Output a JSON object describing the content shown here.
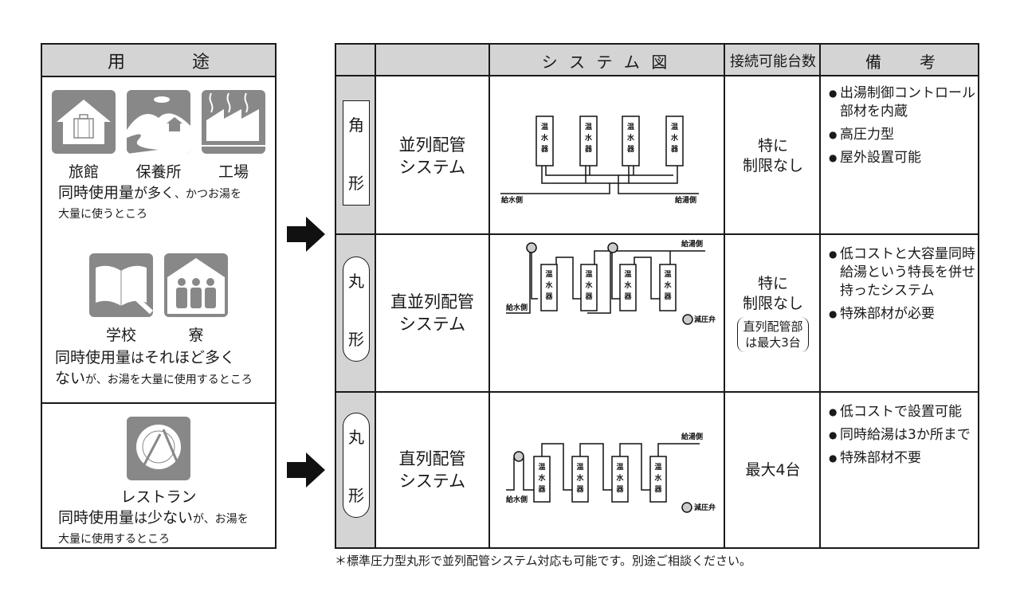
{
  "left_panel": {
    "header": [
      "用",
      "途"
    ],
    "group1": {
      "icons": [
        {
          "name": "ryokan-icon",
          "label": "旅館"
        },
        {
          "name": "hoyosho-icon",
          "label": "保養所"
        },
        {
          "name": "factory-icon",
          "label": "工場"
        }
      ],
      "desc_big1": "同時使用量",
      "desc_mid1": "が多く",
      "desc_small1": "、かつお湯を",
      "desc_line2": "大量に使うところ"
    },
    "group2": {
      "icons": [
        {
          "name": "school-icon",
          "label": "学校"
        },
        {
          "name": "dormitory-icon",
          "label": "寮"
        }
      ],
      "desc_big1": "同時使用量",
      "desc_mid1": "は",
      "desc_big2": "それほど多く",
      "desc_big3": "ない",
      "desc_small2": "が、お湯を大量に使用するところ"
    },
    "group3": {
      "icons": [
        {
          "name": "restaurant-icon",
          "label": "レストラン"
        }
      ],
      "desc_big1": "同時使用量",
      "desc_mid1": "は",
      "desc_big2": "少ない",
      "desc_small1": "が、お湯を",
      "desc_line2": "大量に使用するところ"
    }
  },
  "table": {
    "headers": {
      "shape": "",
      "system": "",
      "diagram": "シ ス テ ム 図",
      "count": "接続可能台数",
      "notes_a": "備",
      "notes_b": "考"
    },
    "rows": [
      {
        "shape_top": "角",
        "shape_bottom": "形",
        "shape_type": "square",
        "system_line1": "並列配管",
        "system_line2": "システム",
        "count_line1": "特に",
        "count_line2": "制限なし",
        "notes": [
          "出湯制御コントロール部材を内蔵",
          "高圧力型",
          "屋外設置可能"
        ],
        "diagram": {
          "heater_label": [
            "温",
            "水",
            "器"
          ],
          "heaters": 4,
          "supply_label": "給水側",
          "hot_label": "給湯側"
        }
      },
      {
        "shape_top": "丸",
        "shape_bottom": "形",
        "shape_type": "round",
        "system_line1": "直並列配管",
        "system_line2": "システム",
        "count_line1": "特に",
        "count_line2": "制限なし",
        "count_note1": "直列配管部",
        "count_note2": "は最大3台",
        "notes": [
          "低コストと大容量同時給湯という特長を併せ持ったシステム",
          "特殊部材が必要"
        ],
        "diagram": {
          "heater_label": [
            "温",
            "水",
            "器"
          ],
          "heaters": 4,
          "supply_label": "給水側",
          "hot_label": "給湯側",
          "valve_label": "減圧弁"
        }
      },
      {
        "shape_top": "丸",
        "shape_bottom": "形",
        "shape_type": "round",
        "system_line1": "直列配管",
        "system_line2": "システム",
        "count_line1": "最大4台",
        "notes": [
          "低コストで設置可能",
          "同時給湯は3か所まで",
          "特殊部材不要"
        ],
        "diagram": {
          "heater_label": [
            "温",
            "水",
            "器"
          ],
          "heaters": 4,
          "supply_label": "給水側",
          "hot_label": "給湯側",
          "valve_label": "減圧弁"
        }
      }
    ]
  },
  "footnote": "＊標準圧力型丸形で並列配管システム対応も可能です。別途ご相談ください。",
  "colors": {
    "header_gray": "#d4d4d4",
    "icon_gray": "#888888",
    "line": "#1a1a1a",
    "valve_fill": "#cccccc"
  }
}
